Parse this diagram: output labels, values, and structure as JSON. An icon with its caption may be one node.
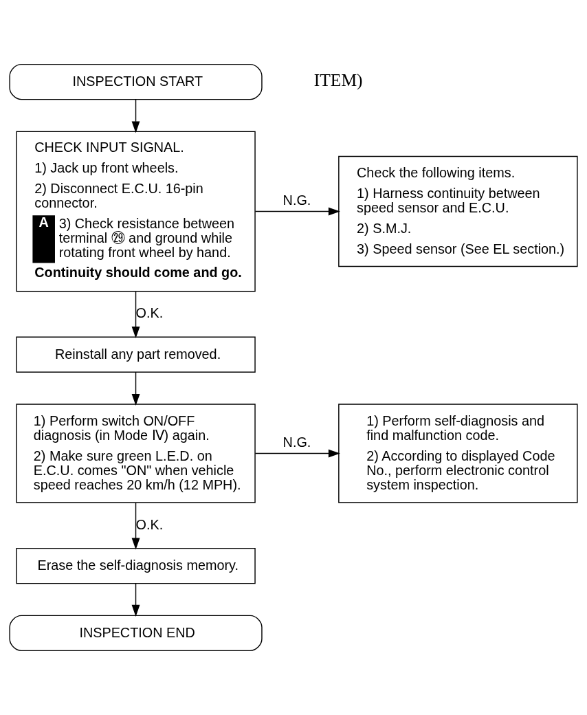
{
  "diagram": {
    "nodes": [
      {
        "text": [
          "INSPECTION START"
        ]
      },
      {
        "text": [
          "CHECK INPUT SIGNAL.",
          "1) Jack up front wheels.",
          "2) Disconnect E.C.U. 16-pin connector.",
          "A",
          "3) Check resistance between terminal ㉙ and ground while rotating front wheel by hand.",
          "Continuity should come and go."
        ]
      },
      {
        "text": [
          "Check the following items.",
          "1) Harness continuity between speed sensor and E.C.U.",
          "2) S.M.J.",
          "3) Speed sensor (See EL section.)"
        ]
      },
      {
        "text": [
          "Reinstall any part removed."
        ]
      },
      {
        "text": [
          "1) Perform switch ON/OFF diagnosis (in Mode Ⅳ) again.",
          "2) Make sure green L.E.D. on E.C.U. comes \"ON\" when vehicle speed reaches 20 km/h (12 MPH)."
        ]
      },
      {
        "text": [
          "1) Perform self-diagnosis and find malfunction code.",
          "2) According to displayed Code No., perform electronic control system inspection."
        ]
      },
      {
        "text": [
          "Erase the self-diagnosis memory."
        ]
      },
      {
        "text": [
          "INSPECTION END"
        ]
      }
    ],
    "edges": [
      {
        "from": 0,
        "to": 1,
        "arrow": "to"
      },
      {
        "from": 1,
        "to": 2,
        "arrow": "to",
        "label": "N.G."
      },
      {
        "from": 1,
        "to": 3,
        "arrow": "to",
        "label": "O.K."
      },
      {
        "from": 3,
        "to": 4,
        "arrow": "to"
      },
      {
        "from": 4,
        "to": 5,
        "arrow": "to",
        "label": "N.G."
      },
      {
        "from": 4,
        "to": 6,
        "arrow": "to",
        "label": "O.K."
      },
      {
        "from": 6,
        "to": 7,
        "arrow": "to"
      }
    ],
    "labels": [
      "ITEM)"
    ]
  }
}
